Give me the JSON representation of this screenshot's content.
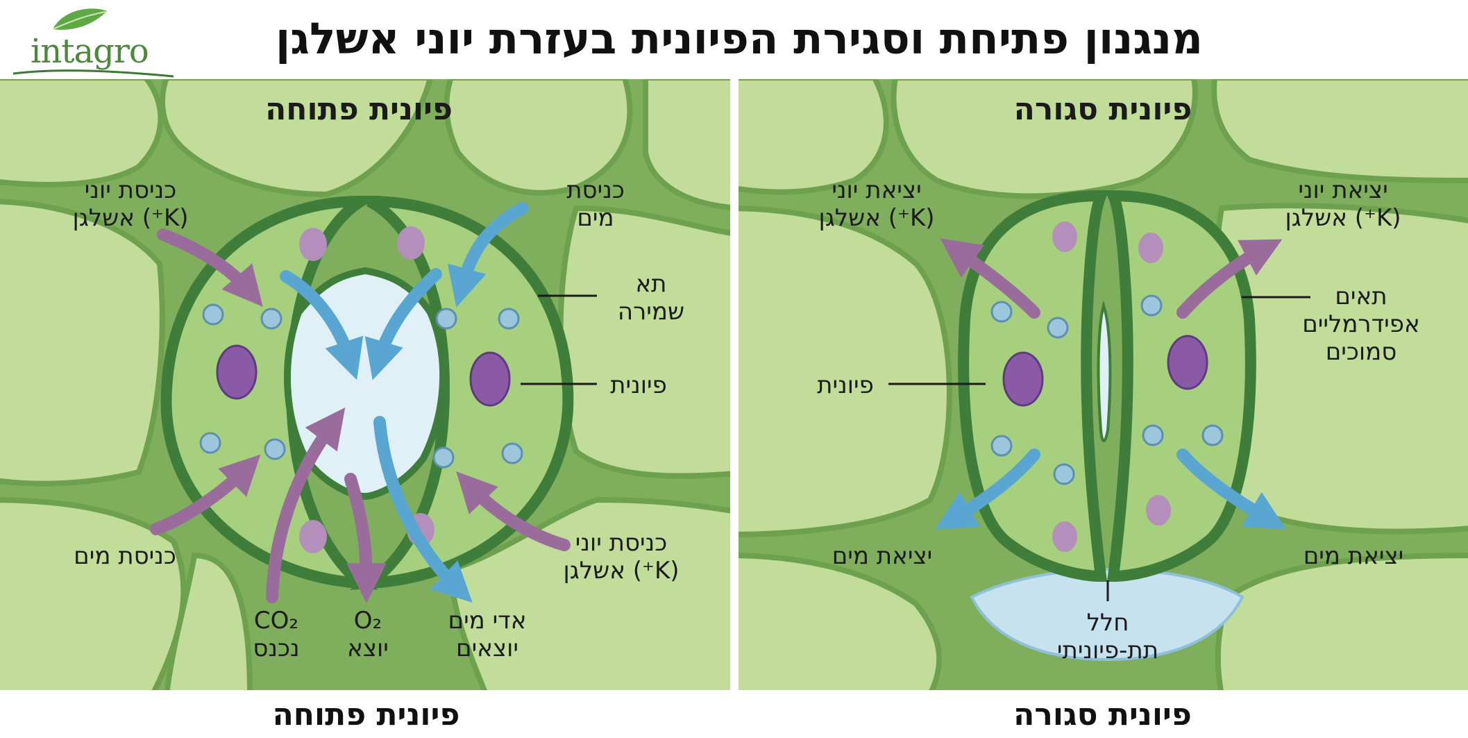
{
  "header": {
    "logo_text": "intagro",
    "title": "מנגנון פתיחת וסגירת הפיונית בעזרת יוני אשלגן"
  },
  "open_panel": {
    "title": "פיונית פתוחה",
    "bottom_title": "פיונית פתוחה",
    "labels": {
      "k_in_left": [
        "כניסת יוני",
        "(K⁺) אשלגן"
      ],
      "water_in_top": [
        "כניסת",
        "מים"
      ],
      "guard_cell": [
        "תא",
        "שמירה"
      ],
      "stoma": "פיונית",
      "water_in_bottom": "כניסת מים",
      "k_in_right": [
        "כניסת יוני",
        "(K⁺) אשלגן"
      ],
      "co2": [
        "CO₂",
        "נכנס"
      ],
      "o2": [
        "O₂",
        "יוצא"
      ],
      "vapor": [
        "אדי מים",
        "יוצאים"
      ]
    }
  },
  "closed_panel": {
    "title": "פיונית סגורה",
    "bottom_title": "פיונית סגורה",
    "labels": {
      "k_out_left": [
        "יציאת יוני",
        "(K⁺) אשלגן"
      ],
      "k_out_right": [
        "יציאת יוני",
        "(K⁺) אשלגן"
      ],
      "epidermal": [
        "תאים",
        "אפידרמליים",
        "סמוכים"
      ],
      "stoma": "פיונית",
      "water_out_left": "יציאת מים",
      "water_out_right": "יציאת מים",
      "substomatal": [
        "חלל",
        "תת-פיוניתי"
      ]
    }
  },
  "colors": {
    "background_cells": "#c2dd9a",
    "cell_walls": "#6da14e",
    "guard_cell": "#a6cf7e",
    "guard_rim": "#3f7d3a",
    "k_arrow": "#9a6c9c",
    "water_arrow": "#5aa6d2",
    "nucleus": "#8a5aa6",
    "chloroplast_blue": "#9cc6dc"
  }
}
